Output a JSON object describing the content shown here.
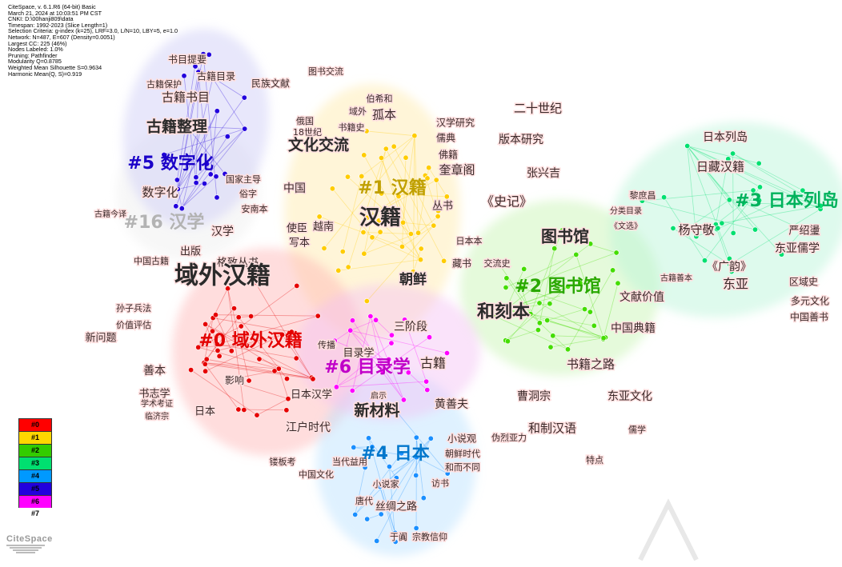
{
  "meta_lines": [
    "CiteSpace, v. 6.1.R6 (64-bit) Basic",
    "March 21, 2024 at 10:03:51 PM CST",
    "CNKI: D:\\00hanji809\\data",
    "Timespan: 1992-2023 (Slice Length=1)",
    "Selection Criteria: g-index (k=25), LRF=3.0, L/N=10, LBY=5, e=1.0",
    "Network: N=487, E=607 (Density=0.0051)",
    "Largest CC: 225 (46%)",
    "Nodes Labeled: 1.0%",
    "Pruning: Pathfinder",
    "Modularity Q=0.8785",
    "Weighted Mean Silhouette S=0.9634",
    "Harmonic Mean(Q, S)=0.919"
  ],
  "legend": [
    {
      "label": "#0",
      "color": "#ff0000"
    },
    {
      "label": "#1",
      "color": "#ffd700"
    },
    {
      "label": "#2",
      "color": "#33cc00"
    },
    {
      "label": "#3",
      "color": "#00e070"
    },
    {
      "label": "#4",
      "color": "#0099ff"
    },
    {
      "label": "#5",
      "color": "#2200dd"
    },
    {
      "label": "#6",
      "color": "#ff00ff"
    },
    {
      "label": "#7",
      "color": "#ffffff"
    }
  ],
  "logo": "CiteSpace",
  "clusters": [
    {
      "id": "#0",
      "label": "#0 域外汉籍",
      "color": "#e30000",
      "fill": "#ffb3b3"
    },
    {
      "id": "#1",
      "label": "#1 汉籍",
      "color": "#c0a000",
      "fill": "#ffe9a8"
    },
    {
      "id": "#2",
      "label": "#2 图书馆",
      "color": "#2aa800",
      "fill": "#c6f5b0"
    },
    {
      "id": "#3",
      "label": "#3 日本列岛",
      "color": "#00b25c",
      "fill": "#b5f5d6"
    },
    {
      "id": "#4",
      "label": "#4 日本",
      "color": "#0077cc",
      "fill": "#b8e0ff"
    },
    {
      "id": "#5",
      "label": "#5 数字化",
      "color": "#1a00c8",
      "fill": "#cccaf7"
    },
    {
      "id": "#6",
      "label": "#6 目录学",
      "color": "#c000c8",
      "fill": "#f3c0f3"
    },
    {
      "id": "#16",
      "label": "#16 汉学",
      "color": "#b3b3b3",
      "fill": "#eeeeee"
    }
  ],
  "keywords": [
    "图书交流",
    "书目提要",
    "古籍目录",
    "古籍保护",
    "民族文献",
    "古籍书目",
    "古籍整理",
    "数字化",
    "国家主导",
    "俗字",
    "安南本",
    "古籍今译",
    "汉学",
    "中国古籍",
    "出版",
    "格致丛书",
    "域外汉籍",
    "伯希和",
    "域外",
    "孤本",
    "俄国",
    "书籍史",
    "18世纪",
    "文化交流",
    "汉学研究",
    "儒典",
    "佛籍",
    "奎章阁",
    "二十世纪",
    "版本研究",
    "张兴吉",
    "中国",
    "汉籍",
    "丛书",
    "《史记》",
    "使臣",
    "越南",
    "写本",
    "日本本",
    "藏书",
    "交流史",
    "朝鲜",
    "日本列岛",
    "日藏汉籍",
    "黎庶昌",
    "分类目录",
    "《文选》",
    "杨守敬",
    "严绍璗",
    "东亚儒学",
    "图书馆",
    "《广韵》",
    "古籍善本",
    "东亚",
    "区域史",
    "多元文化",
    "中国善书",
    "和刻本",
    "文献价值",
    "中国典籍",
    "书籍之路",
    "孙子兵法",
    "价值评估",
    "新问题",
    "善本",
    "传播",
    "目录学",
    "古籍",
    "三阶段",
    "书志学",
    "影响",
    "日本汉学",
    "启示",
    "黄善夫",
    "曹洞宗",
    "东亚文化",
    "学术考证",
    "临济宗",
    "日本",
    "新材料",
    "和制汉语",
    "儒学",
    "江户时代",
    "小说观",
    "伪烈亚力",
    "朝鲜时代",
    "和而不同",
    "特点",
    "镂板考",
    "当代益用",
    "中国文化",
    "小说家",
    "访书",
    "唐代",
    "丝绸之路",
    "于阗",
    "宗教信仰"
  ]
}
